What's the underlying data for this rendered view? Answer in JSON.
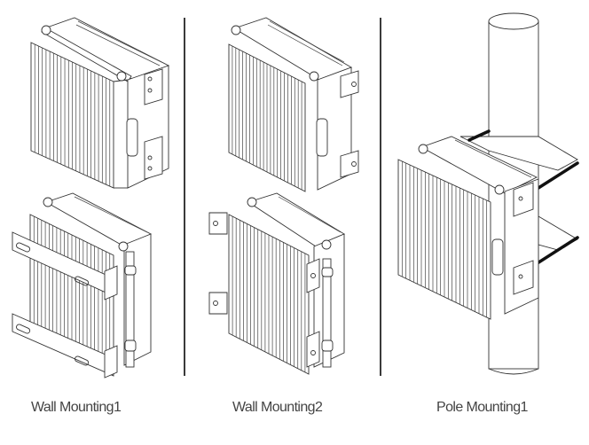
{
  "figure": {
    "panels": [
      {
        "id": "wall-mounting-1",
        "caption": "Wall Mounting1"
      },
      {
        "id": "wall-mounting-2",
        "caption": "Wall Mounting2"
      },
      {
        "id": "pole-mounting-1",
        "caption": "Pole Mounting1"
      }
    ]
  },
  "colors": {
    "background": "#ffffff",
    "line": "#333333",
    "caption": "#444444",
    "rod": "#111111"
  }
}
